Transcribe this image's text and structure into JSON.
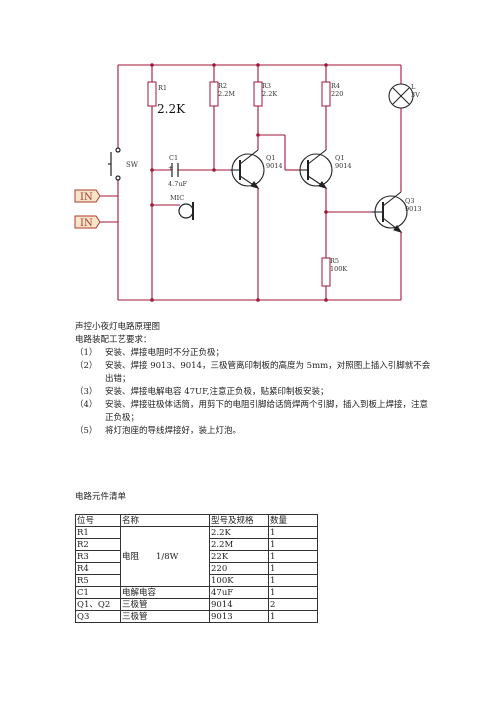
{
  "schematic": {
    "r1": {
      "name": "R1",
      "value": "2.2K"
    },
    "r2": {
      "name": "R2",
      "value": "2.2M"
    },
    "r3": {
      "name": "R3",
      "value": "2.2K"
    },
    "r4": {
      "name": "R4",
      "value": "220"
    },
    "r5": {
      "name": "R5",
      "value": "100K"
    },
    "c1": {
      "name": "C1",
      "value": "4.7uF",
      "polarity": "+"
    },
    "q1": {
      "name": "Q1",
      "model": "9014"
    },
    "q2": {
      "name": "Q1",
      "model": "9014"
    },
    "q3": {
      "name": "Q3",
      "model": "9013"
    },
    "lamp": {
      "name": "L",
      "value": "3V"
    },
    "switch": {
      "name": "SW"
    },
    "mic": {
      "name": "MIC"
    },
    "input1": "IN",
    "input2": "IN"
  },
  "requirements": {
    "title": "声控小夜灯电路原理图",
    "subtitle": "电路装配工艺要求：",
    "items": [
      {
        "num": "（1）",
        "text": "安装、焊接电阻时不分正负极；"
      },
      {
        "num": "（2）",
        "text": "安装、焊接 9013、9014，三极管离印制板的高度为 5mm，对照图上插入引脚就不会出错；"
      },
      {
        "num": "（3）",
        "text": "安装、焊接电解电容 47UF,注意正负极，贴紧印制板安装；"
      },
      {
        "num": "（4）",
        "text": "安装、焊接驻极体话筒，用剪下的电阻引脚给话筒焊两个引脚，插入到板上焊接，注意正负极；"
      },
      {
        "num": "（5）",
        "text": "将灯泡座的导线焊接好，装上灯泡。"
      }
    ]
  },
  "parts_table": {
    "title": "电路元件清单",
    "headers": [
      "位号",
      "名称",
      "型号及规格",
      "数量"
    ],
    "merged_name": "电阻　　1/8W",
    "rows": [
      {
        "ref": "R1",
        "spec": "2.2K",
        "qty": "1"
      },
      {
        "ref": "R2",
        "spec": "2.2M",
        "qty": "1"
      },
      {
        "ref": "R3",
        "spec": "22K",
        "qty": "1"
      },
      {
        "ref": "R4",
        "spec": "220",
        "qty": "1"
      },
      {
        "ref": "R5",
        "spec": "100K",
        "qty": "1"
      },
      {
        "ref": "C1",
        "name": "电解电容",
        "spec": "47uF",
        "qty": "1"
      },
      {
        "ref": "Q1、Q2",
        "name": "三极管",
        "spec": "9014",
        "qty": "2"
      },
      {
        "ref": "Q3",
        "name": "三极管",
        "spec": "9013",
        "qty": "1"
      }
    ]
  }
}
